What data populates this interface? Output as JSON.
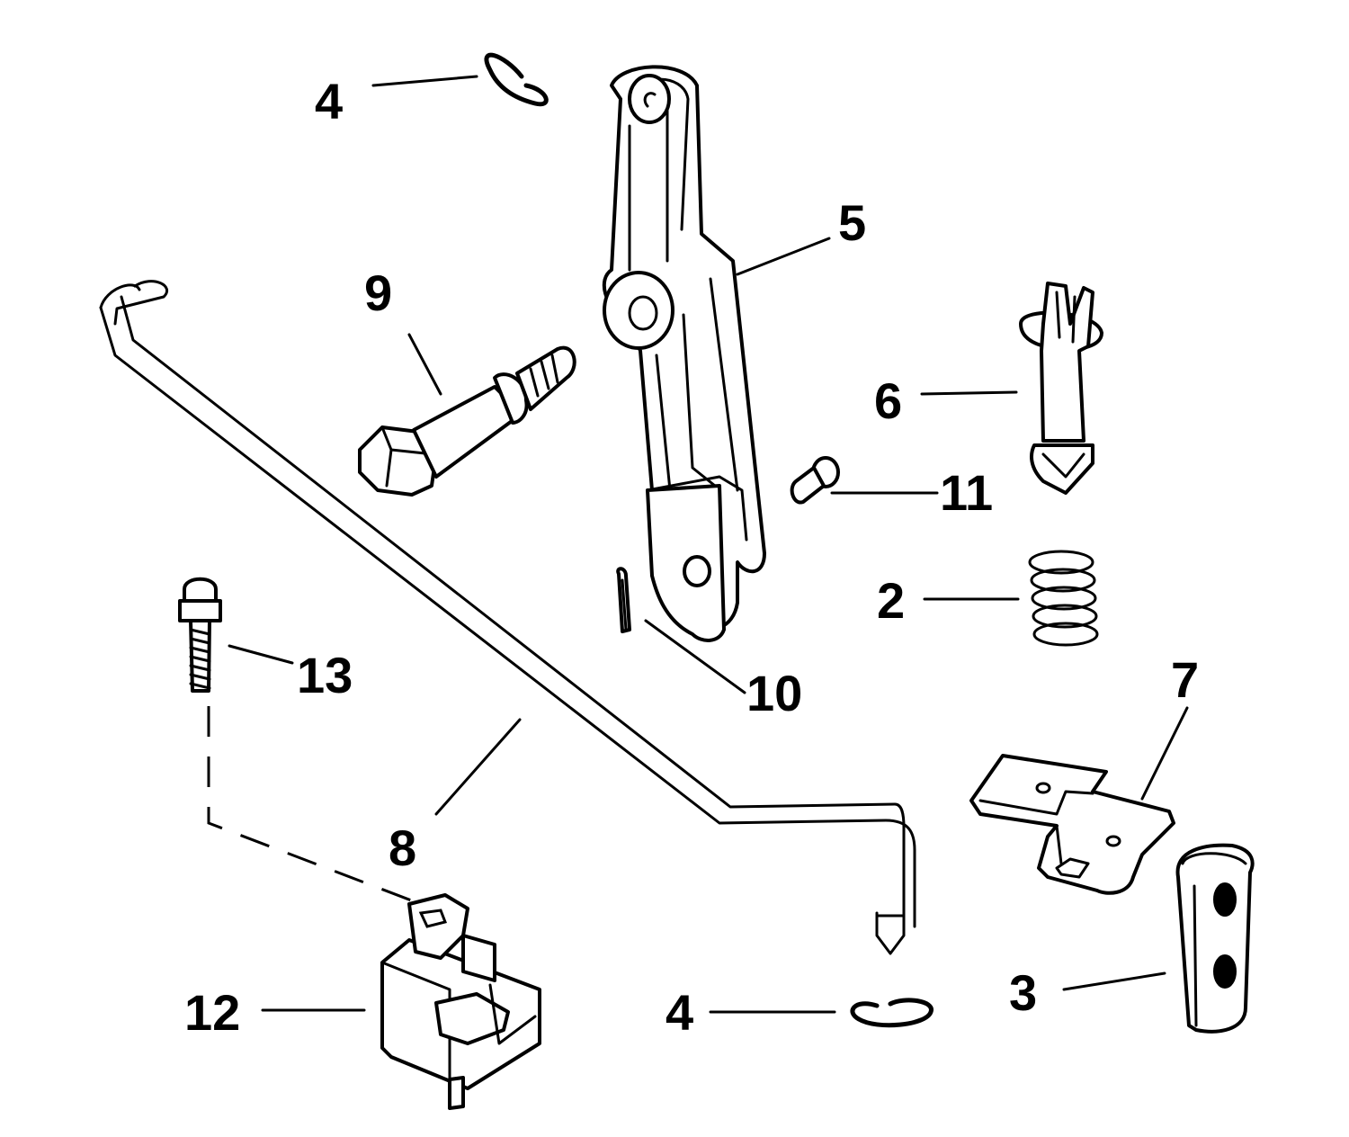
{
  "diagram": {
    "callouts": [
      {
        "id": "c4-top",
        "label": "4"
      },
      {
        "id": "c5",
        "label": "5"
      },
      {
        "id": "c9",
        "label": "9"
      },
      {
        "id": "c6",
        "label": "6"
      },
      {
        "id": "c11",
        "label": "11"
      },
      {
        "id": "c2",
        "label": "2"
      },
      {
        "id": "c13",
        "label": "13"
      },
      {
        "id": "c10",
        "label": "10"
      },
      {
        "id": "c7",
        "label": "7"
      },
      {
        "id": "c8",
        "label": "8"
      },
      {
        "id": "c3",
        "label": "3"
      },
      {
        "id": "c12",
        "label": "12"
      },
      {
        "id": "c4-bottom",
        "label": "4"
      }
    ]
  },
  "colors": {
    "line": "#000000",
    "background": "#ffffff"
  }
}
